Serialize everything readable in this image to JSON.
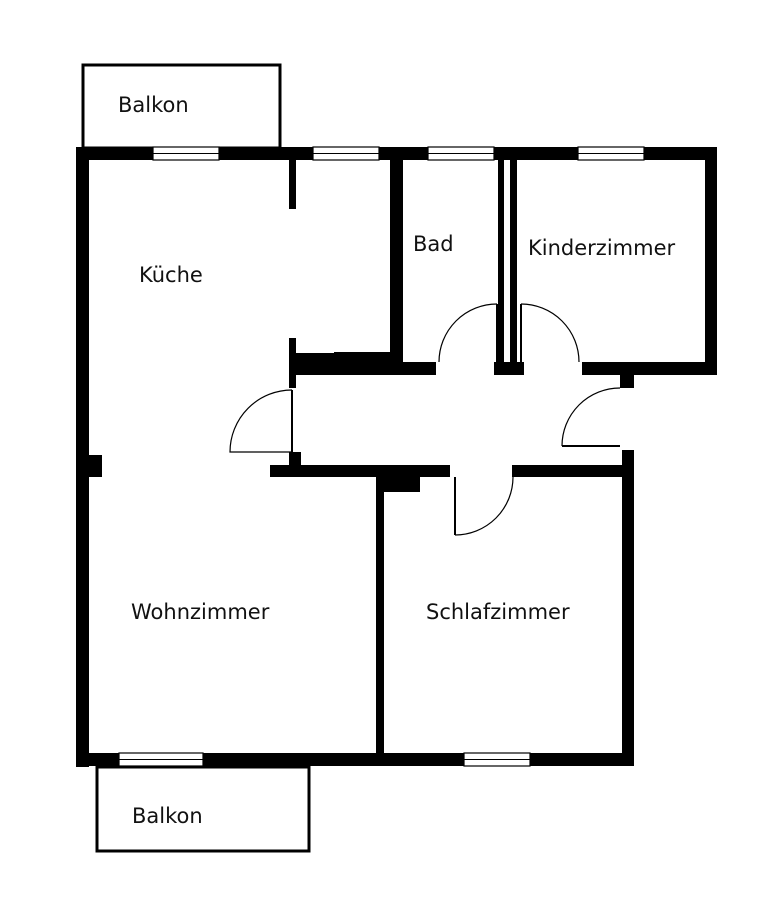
{
  "rooms": {
    "balkon_top": "Balkon",
    "kueche": "Küche",
    "bad": "Bad",
    "kinderzimmer": "Kinderzimmer",
    "wohnzimmer": "Wohnzimmer",
    "schlafzimmer": "Schlafzimmer",
    "balkon_bottom": "Balkon"
  }
}
